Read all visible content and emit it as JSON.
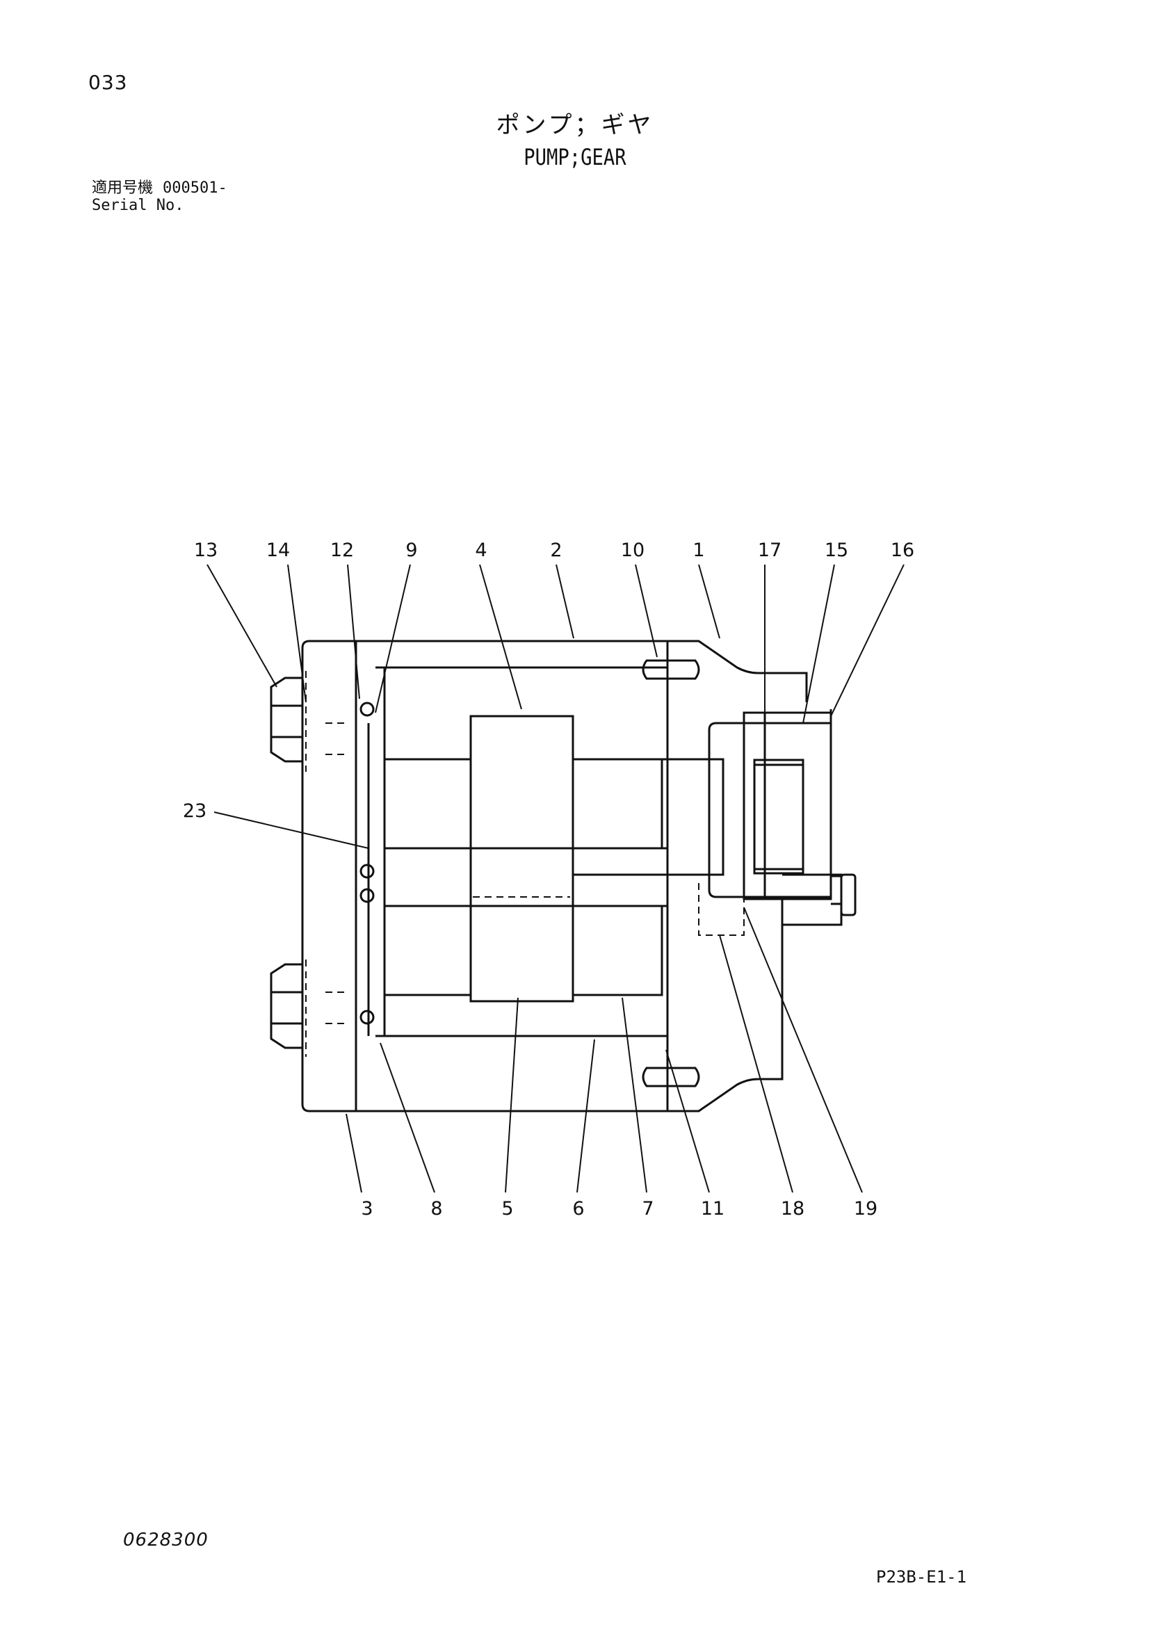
{
  "header": {
    "page_number": "033",
    "title_jp": "ポンプ；ギヤ",
    "title_en": "PUMP;GEAR",
    "serial_label_jp": "適用号機",
    "serial_value": "000501-",
    "serial_label_en": "Serial No."
  },
  "callouts": [
    "13",
    "14",
    "12",
    "9",
    "4",
    "2",
    "10",
    "1",
    "17",
    "15",
    "16",
    "23",
    "3",
    "8",
    "5",
    "6",
    "7",
    "11",
    "18",
    "19"
  ],
  "footer": {
    "doc_code": "0628300",
    "page_code": "P23B-E1-1"
  }
}
